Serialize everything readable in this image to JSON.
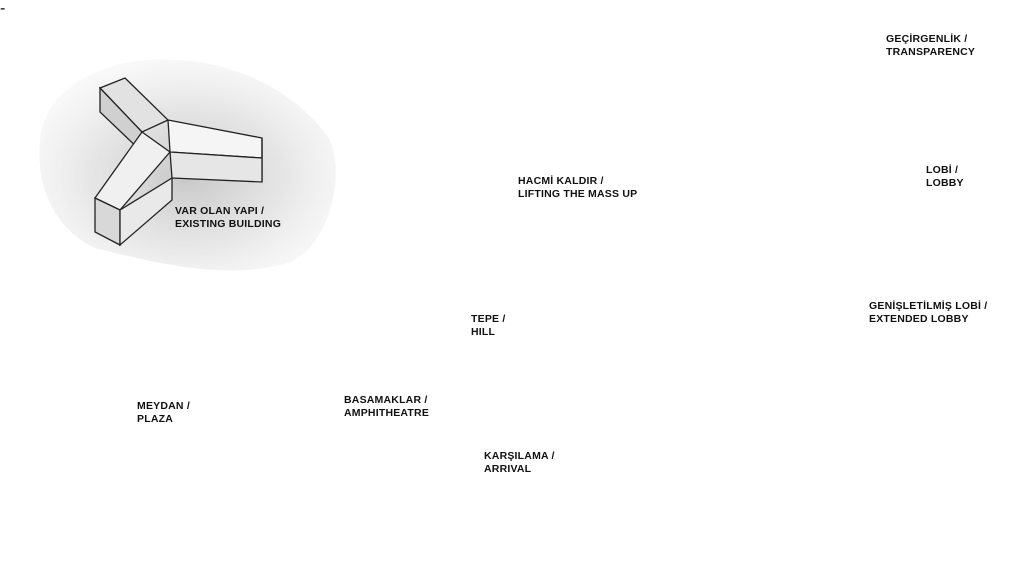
{
  "panels": [
    {
      "id": "existing",
      "label_lines": [
        "VAR OLAN YAPI /",
        "EXISTING BUILDING"
      ]
    },
    {
      "id": "lifting",
      "label_lines": [
        "HACMİ KALDIR /",
        "LIFTING THE MASS UP"
      ],
      "accent": "#cde6f7"
    },
    {
      "id": "transparency",
      "labels": [
        {
          "lines": [
            "GEÇİRGENLİK /",
            "TRANSPARENCY"
          ]
        },
        {
          "lines": [
            "LOBİ /",
            "LOBBY"
          ]
        }
      ],
      "accent": "#cde6f7"
    },
    {
      "id": "plaza",
      "label_lines": [
        "MEYDAN /",
        "PLAZA"
      ],
      "accent": "#f6c3b2"
    },
    {
      "id": "landscape",
      "labels": [
        {
          "lines": [
            "TEPE /",
            "HILL"
          ]
        },
        {
          "lines": [
            "BASAMAKLAR /",
            "AMPHITHEATRE"
          ]
        },
        {
          "lines": [
            "KARŞILAMA /",
            "ARRIVAL"
          ]
        }
      ],
      "accent": "#d9e8c4"
    },
    {
      "id": "extended-lobby",
      "label_lines": [
        "GENİŞLETİLMİŞ LOBİ /",
        "EXTENDED LOBBY"
      ],
      "accent": "#e8b8d8"
    }
  ],
  "colors": {
    "shadow": "#bdbdbd",
    "building_face": "#f7f7f7",
    "building_side": "#e4e4e4",
    "arrow": "#111111"
  }
}
